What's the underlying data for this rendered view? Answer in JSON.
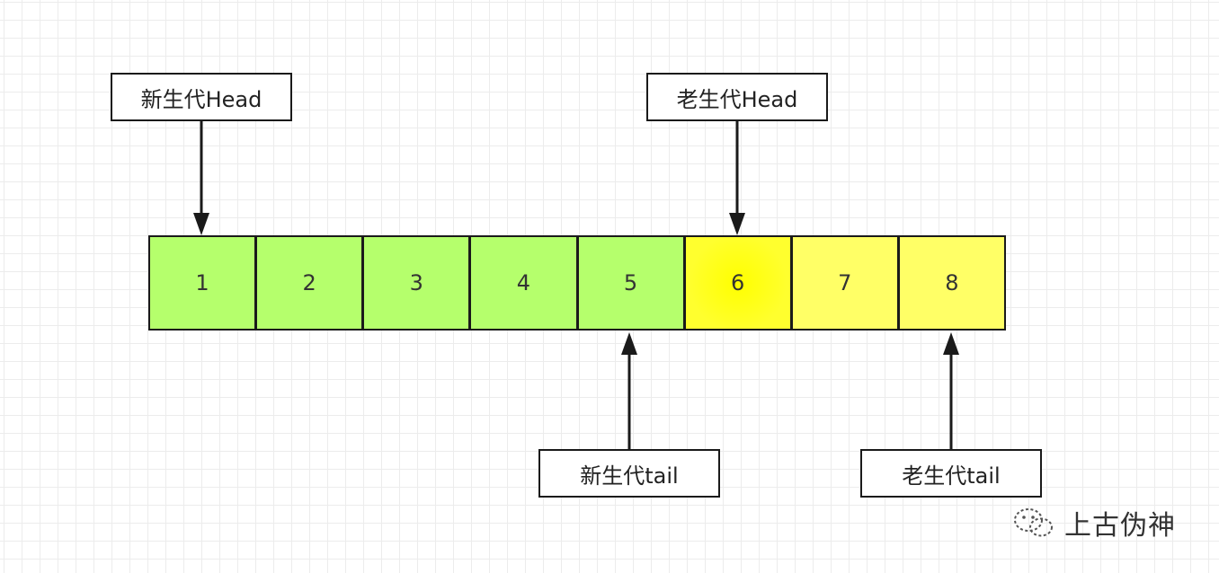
{
  "labels": {
    "new_head": "新生代Head",
    "old_head": "老生代Head",
    "new_tail": "新生代tail",
    "old_tail": "老生代tail"
  },
  "cells": [
    {
      "value": "1",
      "color": "#b5ff6c"
    },
    {
      "value": "2",
      "color": "#b5ff6c"
    },
    {
      "value": "3",
      "color": "#b5ff6c"
    },
    {
      "value": "4",
      "color": "#b5ff6c"
    },
    {
      "value": "5",
      "color": "#b5ff6c"
    },
    {
      "value": "6",
      "color": "#ffff2e"
    },
    {
      "value": "7",
      "color": "#ffff66"
    },
    {
      "value": "8",
      "color": "#ffff66"
    }
  ],
  "watermark": {
    "text": "上古伪神",
    "icon": "wechat-icon"
  }
}
